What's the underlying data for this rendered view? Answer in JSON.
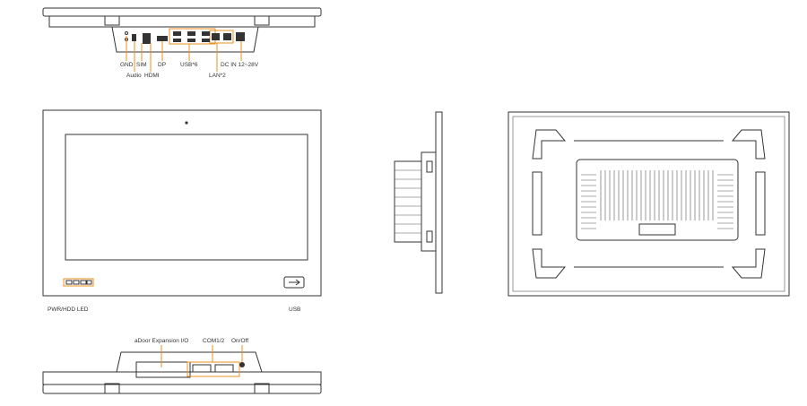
{
  "top_view": {
    "labels": {
      "gnd": "GND",
      "audio": "Audio",
      "sim": "SIM",
      "hdmi": "HDMI",
      "dp": "DP",
      "usb": "USB*6",
      "lan": "LAN*2",
      "dcin": "DC IN 12~28V"
    }
  },
  "front_view": {
    "labels": {
      "led": "PWR/HDD LED",
      "usb": "USB"
    }
  },
  "bottom_view": {
    "labels": {
      "expansion": "aDoor Expansion I/O",
      "com": "COM1/2",
      "onoff": "On/Off"
    }
  },
  "colors": {
    "callout": "#e8901c",
    "line": "#333333"
  }
}
